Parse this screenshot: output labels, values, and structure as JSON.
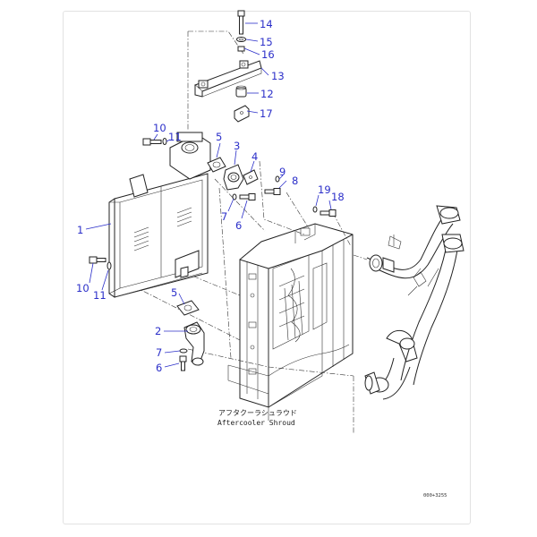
{
  "diagram": {
    "callouts": [
      {
        "id": "c14",
        "text": "14"
      },
      {
        "id": "c15",
        "text": "15"
      },
      {
        "id": "c16",
        "text": "16"
      },
      {
        "id": "c13",
        "text": "13"
      },
      {
        "id": "c12",
        "text": "12"
      },
      {
        "id": "c17",
        "text": "17"
      },
      {
        "id": "c10a",
        "text": "10"
      },
      {
        "id": "c11a",
        "text": "11"
      },
      {
        "id": "c5a",
        "text": "5"
      },
      {
        "id": "c3",
        "text": "3"
      },
      {
        "id": "c4",
        "text": "4"
      },
      {
        "id": "c9",
        "text": "9"
      },
      {
        "id": "c8",
        "text": "8"
      },
      {
        "id": "c19",
        "text": "19"
      },
      {
        "id": "c18",
        "text": "18"
      },
      {
        "id": "c7a",
        "text": "7"
      },
      {
        "id": "c6a",
        "text": "6"
      },
      {
        "id": "c1",
        "text": "1"
      },
      {
        "id": "c10b",
        "text": "10"
      },
      {
        "id": "c11b",
        "text": "11"
      },
      {
        "id": "c5b",
        "text": "5"
      },
      {
        "id": "c2",
        "text": "2"
      },
      {
        "id": "c7b",
        "text": "7"
      },
      {
        "id": "c6b",
        "text": "6"
      }
    ],
    "caption_jp": "アフタクーラシュラウド",
    "caption_en": "Aftercooler Shroud",
    "figure_code": "000+3255"
  },
  "colors": {
    "callout": "#2b2fc9",
    "line": "#222222",
    "frame": "#e2e2e2"
  }
}
